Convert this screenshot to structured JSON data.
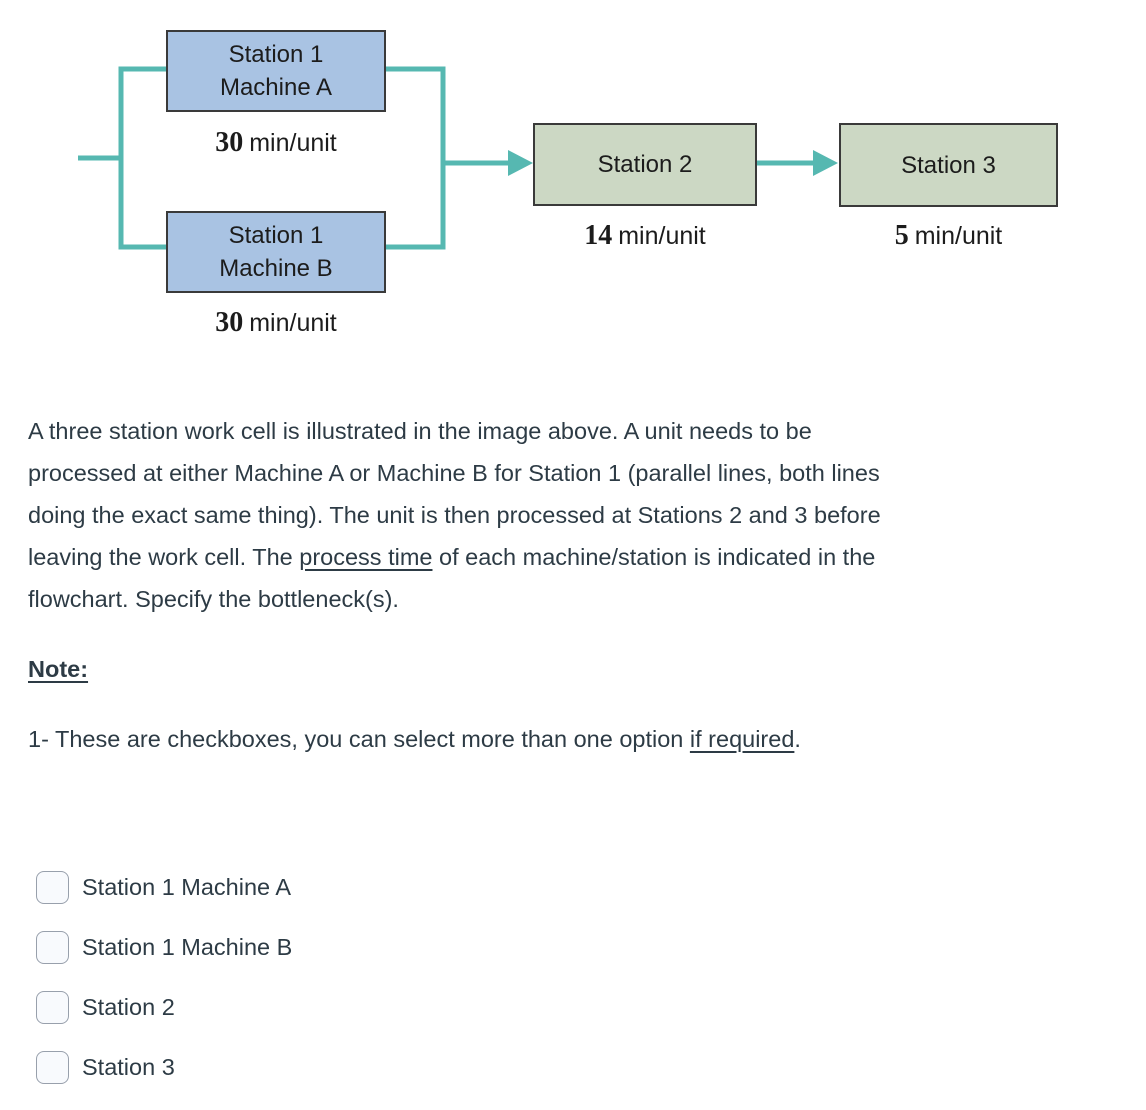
{
  "colors": {
    "connector": "#56b8b1",
    "machine_box": "#a9c3e3",
    "station_box": "#ccd8c4",
    "box_border": "#3a3a3a",
    "text": "#2d3b45",
    "checkbox_border": "#98a0ac",
    "checkbox_fill": "#f8fafd"
  },
  "flowchart": {
    "machine_a": {
      "line1": "Station 1",
      "line2": "Machine A",
      "time_value": "30",
      "time_unit": "min/unit"
    },
    "machine_b": {
      "line1": "Station 1",
      "line2": "Machine B",
      "time_value": "30",
      "time_unit": "min/unit"
    },
    "station_2": {
      "label": "Station 2",
      "time_value": "14",
      "time_unit": "min/unit"
    },
    "station_3": {
      "label": "Station 3",
      "time_value": "5",
      "time_unit": "min/unit"
    }
  },
  "question": {
    "paragraph_lines": {
      "l1": "A three station work cell is illustrated in the image above. A unit needs to be",
      "l2": "processed at either Machine A or Machine B for Station 1 (parallel lines, both lines",
      "l3": "doing the exact same thing). The unit is then processed at Stations 2 and 3 before",
      "l4_pre": "leaving the work cell. The ",
      "l4_underline": "process time",
      "l4_post": " of each machine/station is indicated in the",
      "l5": "flowchart. Specify the bottleneck(s)."
    },
    "note_heading": "Note:",
    "note_pre": "1- These are checkboxes, you can select more than one option ",
    "note_underline": "if required",
    "note_post": "."
  },
  "checkboxes": {
    "items": [
      {
        "label": "Station 1 Machine A",
        "checked": false
      },
      {
        "label": "Station 1 Machine B",
        "checked": false
      },
      {
        "label": "Station 2",
        "checked": false
      },
      {
        "label": "Station 3",
        "checked": false
      }
    ]
  }
}
